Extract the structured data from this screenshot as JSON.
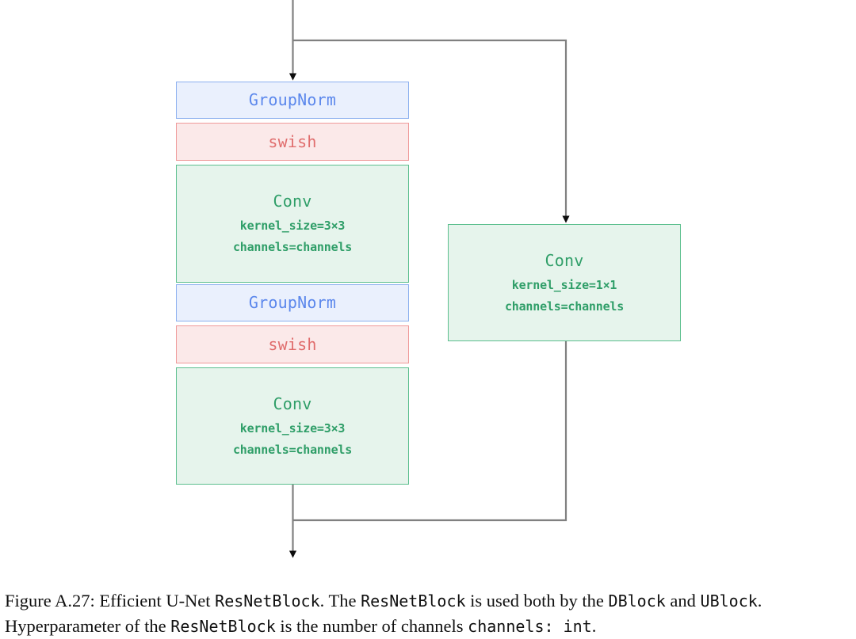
{
  "figure": {
    "id": "A.27",
    "caption_prefix": "Figure A.27:",
    "caption_part1": " Efficient U-Net ",
    "caption_mono1": "ResNetBlock",
    "caption_part2": ". The ",
    "caption_mono2": "ResNetBlock",
    "caption_part3": " is used both by the ",
    "caption_mono3": "DBlock",
    "caption_part4": " and ",
    "caption_mono4": "UBlock",
    "caption_part5": ". Hyperparameter of the ",
    "caption_mono5": "ResNetBlock",
    "caption_part6": " is the number of channels ",
    "caption_mono6": "channels: int",
    "caption_part7": "."
  },
  "colors": {
    "norm_fill": "#eaf0fd",
    "norm_border": "#8cb0ef",
    "norm_text": "#5b87ec",
    "act_fill": "#fbe9e9",
    "act_border": "#ef9a9a",
    "act_text": "#e06d6d",
    "conv_fill": "#e6f4ec",
    "conv_border": "#5cbf8e",
    "conv_text": "#2f9e68",
    "edge": "#808080",
    "arrowhead": "#000000",
    "background": "#ffffff"
  },
  "main_branch": {
    "nodes": [
      {
        "key": "groupnorm_1",
        "type": "norm",
        "title": "GroupNorm",
        "params": []
      },
      {
        "key": "swish_1",
        "type": "act",
        "title": "swish",
        "params": []
      },
      {
        "key": "conv_1",
        "type": "conv",
        "title": "Conv",
        "params": [
          "kernel_size=3×3",
          "channels=channels"
        ]
      },
      {
        "key": "groupnorm_2",
        "type": "norm",
        "title": "GroupNorm",
        "params": []
      },
      {
        "key": "swish_2",
        "type": "act",
        "title": "swish",
        "params": []
      },
      {
        "key": "conv_2",
        "type": "conv",
        "title": "Conv",
        "params": [
          "kernel_size=3×3",
          "channels=channels"
        ]
      }
    ]
  },
  "skip_branch": {
    "nodes": [
      {
        "key": "conv_skip",
        "type": "conv",
        "title": "Conv",
        "params": [
          "kernel_size=1×1",
          "channels=channels"
        ]
      }
    ]
  },
  "edges": {
    "input_label": "input-arrow-down",
    "skip_split_label": "skip-branch-split",
    "skip_merge_label": "skip-branch-merge",
    "output_label": "output-arrow-down"
  }
}
